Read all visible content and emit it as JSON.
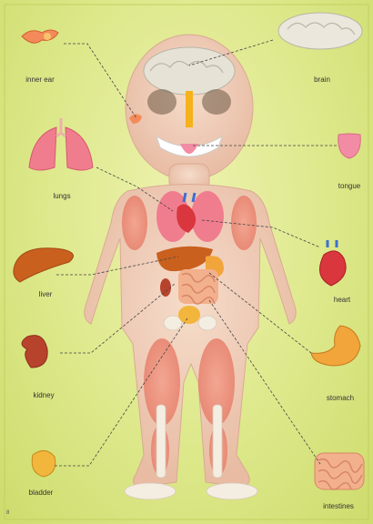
{
  "labels": {
    "inner_ear": "inner ear",
    "brain": "brain",
    "lungs": "lungs",
    "tongue": "tongue",
    "liver": "liver",
    "heart": "heart",
    "kidney": "kidney",
    "stomach": "stomach",
    "bladder": "bladder",
    "intestines": "intestines"
  },
  "page_number": "8"
}
